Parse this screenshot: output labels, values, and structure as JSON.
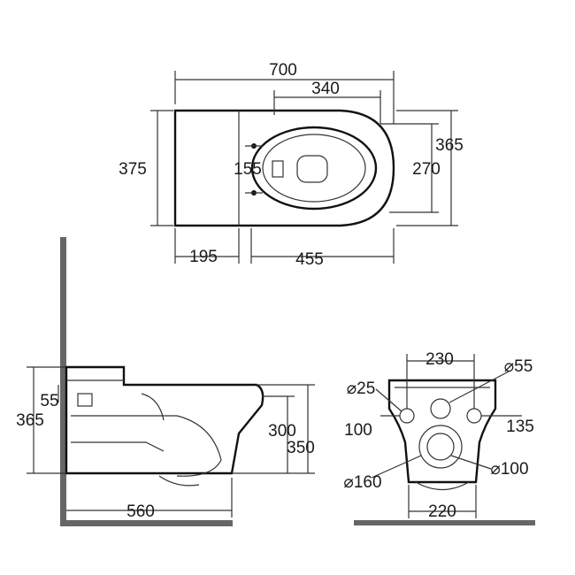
{
  "plan_view": {
    "overall_length": "700",
    "bowl_opening_length": "340",
    "overall_width": "375",
    "fixing_hole_spacing": "155",
    "outer_width": "365",
    "inner_width": "270",
    "rear_section": "195",
    "front_section": "455"
  },
  "side_view": {
    "outlet_height": "55",
    "overall_height": "365",
    "rim_height": "300",
    "front_height": "350",
    "projection": "560"
  },
  "rear_view": {
    "fixing_spacing": "230",
    "inlet_diameter": "⌀55",
    "fixing_hole_diameter": "⌀25",
    "lower_fixing_left": "100",
    "lower_fixing_right": "135",
    "outlet_outer_diameter": "⌀160",
    "outlet_inner_diameter": "⌀100",
    "base_width": "220"
  },
  "colors": {
    "line": "#111111",
    "wall": "#666666",
    "background": "#ffffff"
  }
}
